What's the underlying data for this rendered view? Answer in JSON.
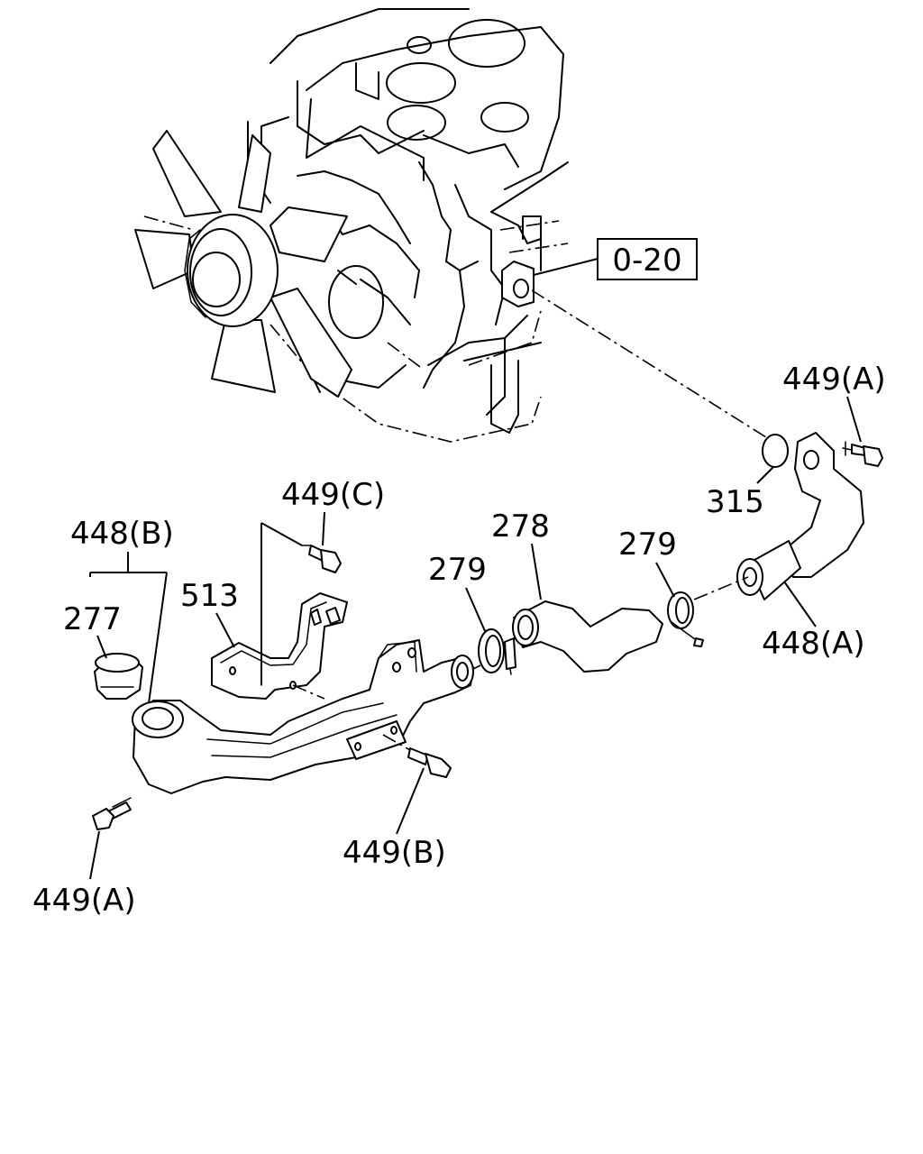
{
  "diagram": {
    "labels": {
      "ref_0_20": "0-20",
      "p449a_top": "449(A)",
      "p315": "315",
      "p448a": "448(A)",
      "p279_right": "279",
      "p278": "278",
      "p279_left": "279",
      "p449c": "449(C)",
      "p448b": "448(B)",
      "p513": "513",
      "p277": "277",
      "p449b": "449(B)",
      "p449a_bottom": "449(A)"
    }
  }
}
